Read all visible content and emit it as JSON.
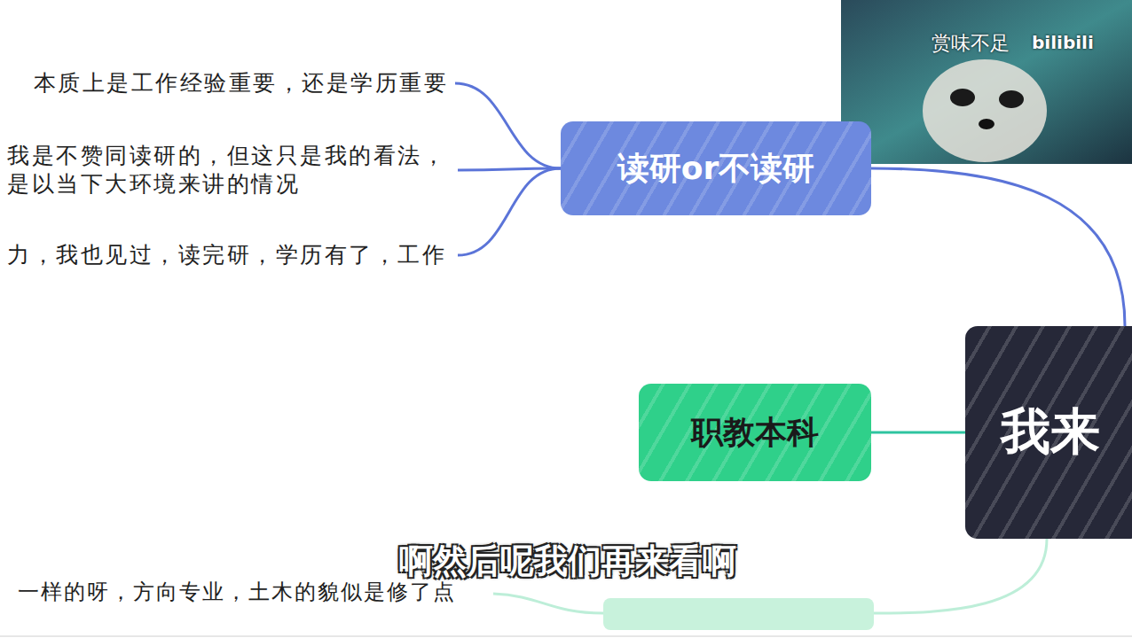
{
  "diagram": {
    "nodes": [
      {
        "text": [
          "读研or不读研"
        ]
      },
      {
        "text": [
          "本质上是工作经验重要，还是学历重要"
        ]
      },
      {
        "text": [
          "我是不赞同读研的，但这只是我的看法， 是以当下大环境来讲的情况"
        ]
      },
      {
        "text": [
          "力，我也见过，读完研，学历有了，工作"
        ]
      },
      {
        "text": [
          "职教本科"
        ]
      },
      {
        "text": [
          "我来"
        ]
      }
    ],
    "edges": [
      {
        "from": 5,
        "to": 0,
        "arrow": "none"
      },
      {
        "from": 0,
        "to": 1,
        "arrow": "none"
      },
      {
        "from": 0,
        "to": 2,
        "arrow": "none"
      },
      {
        "from": 0,
        "to": 3,
        "arrow": "none"
      },
      {
        "from": 5,
        "to": 4,
        "arrow": "none"
      }
    ],
    "labels": [
      "赏味不足",
      "bilibili",
      "一样的呀，方向专业，土木的貌似是修了点",
      "啊然后呢我们再来看啊"
    ]
  }
}
